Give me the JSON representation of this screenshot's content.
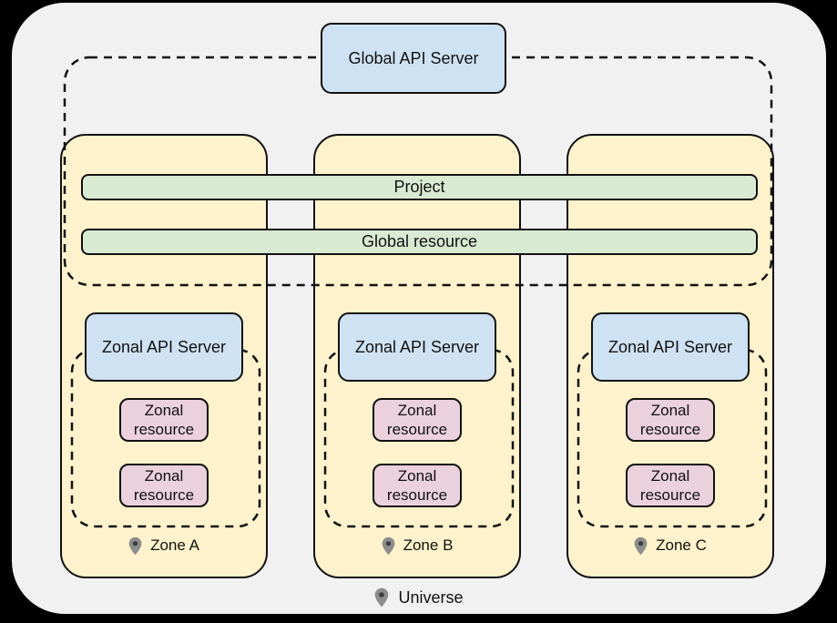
{
  "global_api_server": {
    "label": "Global API Server"
  },
  "shared_bars": {
    "project": "Project",
    "global_resource": "Global resource"
  },
  "zones": [
    {
      "label": "Zone A",
      "api_server_label": "Zonal API Server",
      "resources": [
        "Zonal resource",
        "Zonal resource"
      ]
    },
    {
      "label": "Zone B",
      "api_server_label": "Zonal API Server",
      "resources": [
        "Zonal resource",
        "Zonal resource"
      ]
    },
    {
      "label": "Zone C",
      "api_server_label": "Zonal API Server",
      "resources": [
        "Zonal resource",
        "Zonal resource"
      ]
    }
  ],
  "universe": {
    "label": "Universe"
  },
  "colors": {
    "page_background": "#000000",
    "surface": "#F1F1F1",
    "zone_fill": "#FFF2CC",
    "api_server_fill": "#CFE2F3",
    "shared_bar_fill": "#D9EAD3",
    "zonal_resource_fill": "#EAD1DC",
    "outline": "#111111",
    "pin_body": "#8D8D8D",
    "pin_dot": "#3C3C3C"
  }
}
